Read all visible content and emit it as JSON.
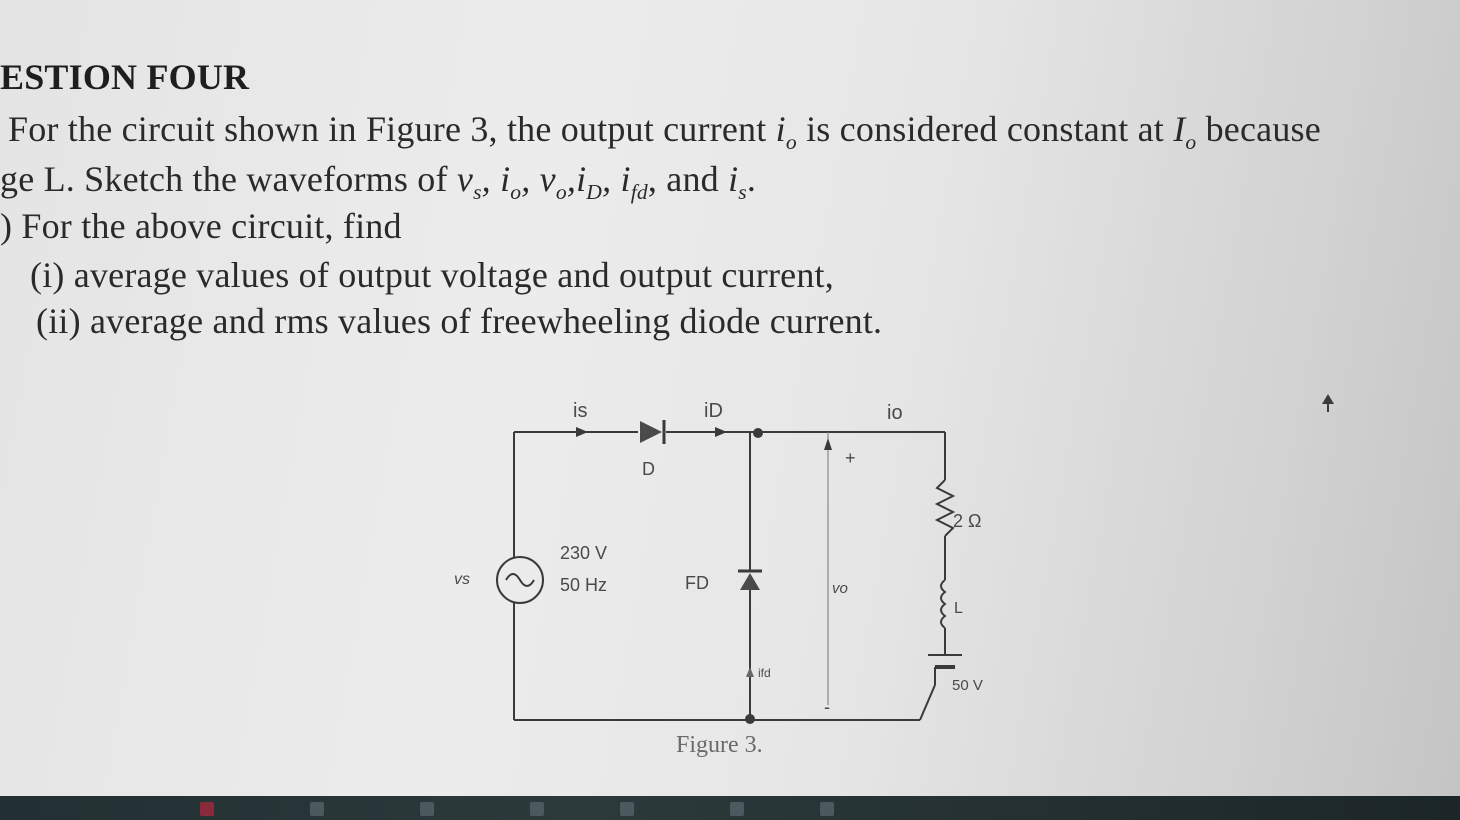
{
  "question": {
    "heading": "ESTION FOUR",
    "line1_prefix": "For the circuit shown in Figure 3, the output current ",
    "line1_io": "i",
    "line1_io_sub": "o",
    "line1_middle": " is considered constant at ",
    "line1_Io": "I",
    "line1_Io_sub": "o",
    "line1_suffix": " because",
    "line2_prefix": "ge L. Sketch the waveforms of ",
    "line2_vars": "v",
    "line2_vars_sub": "s",
    "line2_io": ", i",
    "line2_io_sub": "o",
    "line2_vo": ", v",
    "line2_vo_sub": "o",
    "line2_iD": ",i",
    "line2_iD_sub": "D",
    "line2_ifd": ", i",
    "line2_ifd_sub": "fd",
    "line2_and": ", and ",
    "line2_is": "i",
    "line2_is_sub": "s",
    "line2_end": ".",
    "part_b": ") For the above circuit, find",
    "sub_i": "(i) average values of output voltage and output current,",
    "sub_ii": "(ii) average and rms values of freewheeling diode current."
  },
  "figure": {
    "label_is": "is",
    "label_iD": "iD",
    "label_io": "io",
    "label_D": "D",
    "label_plus": "+",
    "label_minus": "-",
    "resistor": "2 Ω",
    "source_voltage": "230 V",
    "source_freq": "50 Hz",
    "label_vs": "vs",
    "label_FD": "FD",
    "label_vo": "vo",
    "label_ifd": "ifd",
    "label_L": "L",
    "battery": "50 V",
    "caption": "Figure 3."
  }
}
